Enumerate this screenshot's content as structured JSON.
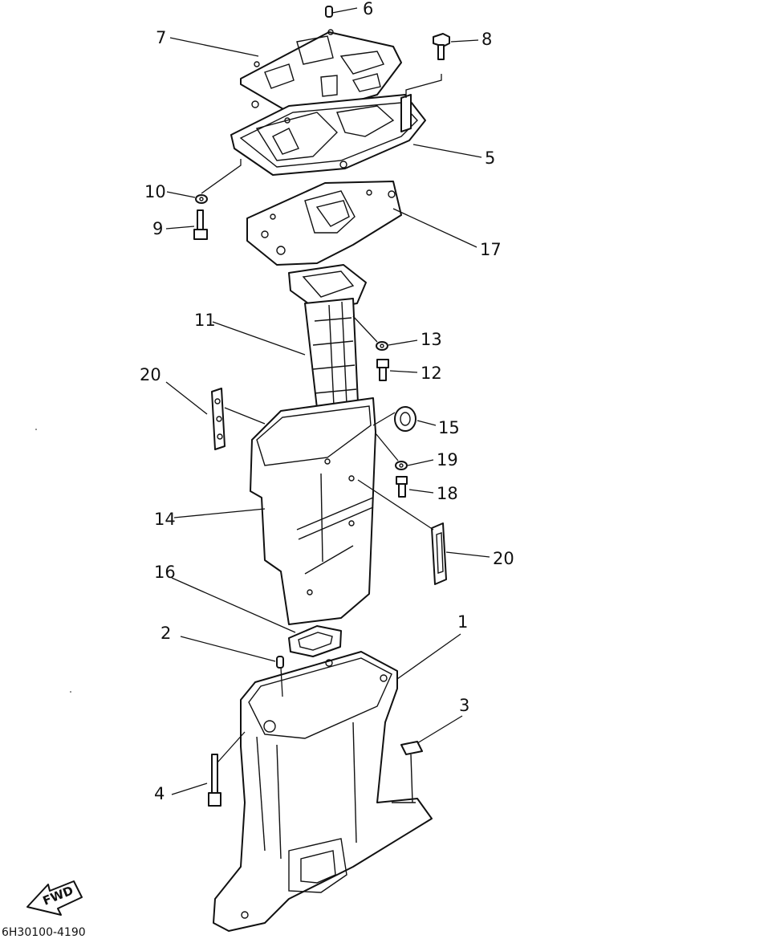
{
  "diagram": {
    "figure_code": "6H30100-4190",
    "direction_label": "FWD",
    "callouts": {
      "c1": "1",
      "c2": "2",
      "c3": "3",
      "c4": "4",
      "c5": "5",
      "c6": "6",
      "c7": "7",
      "c8": "8",
      "c9": "9",
      "c10": "10",
      "c11": "11",
      "c12": "12",
      "c13": "13",
      "c14": "14",
      "c15": "15",
      "c16": "16",
      "c17": "17",
      "c18": "18",
      "c19": "19",
      "c20a": "20",
      "c20b": "20"
    }
  }
}
